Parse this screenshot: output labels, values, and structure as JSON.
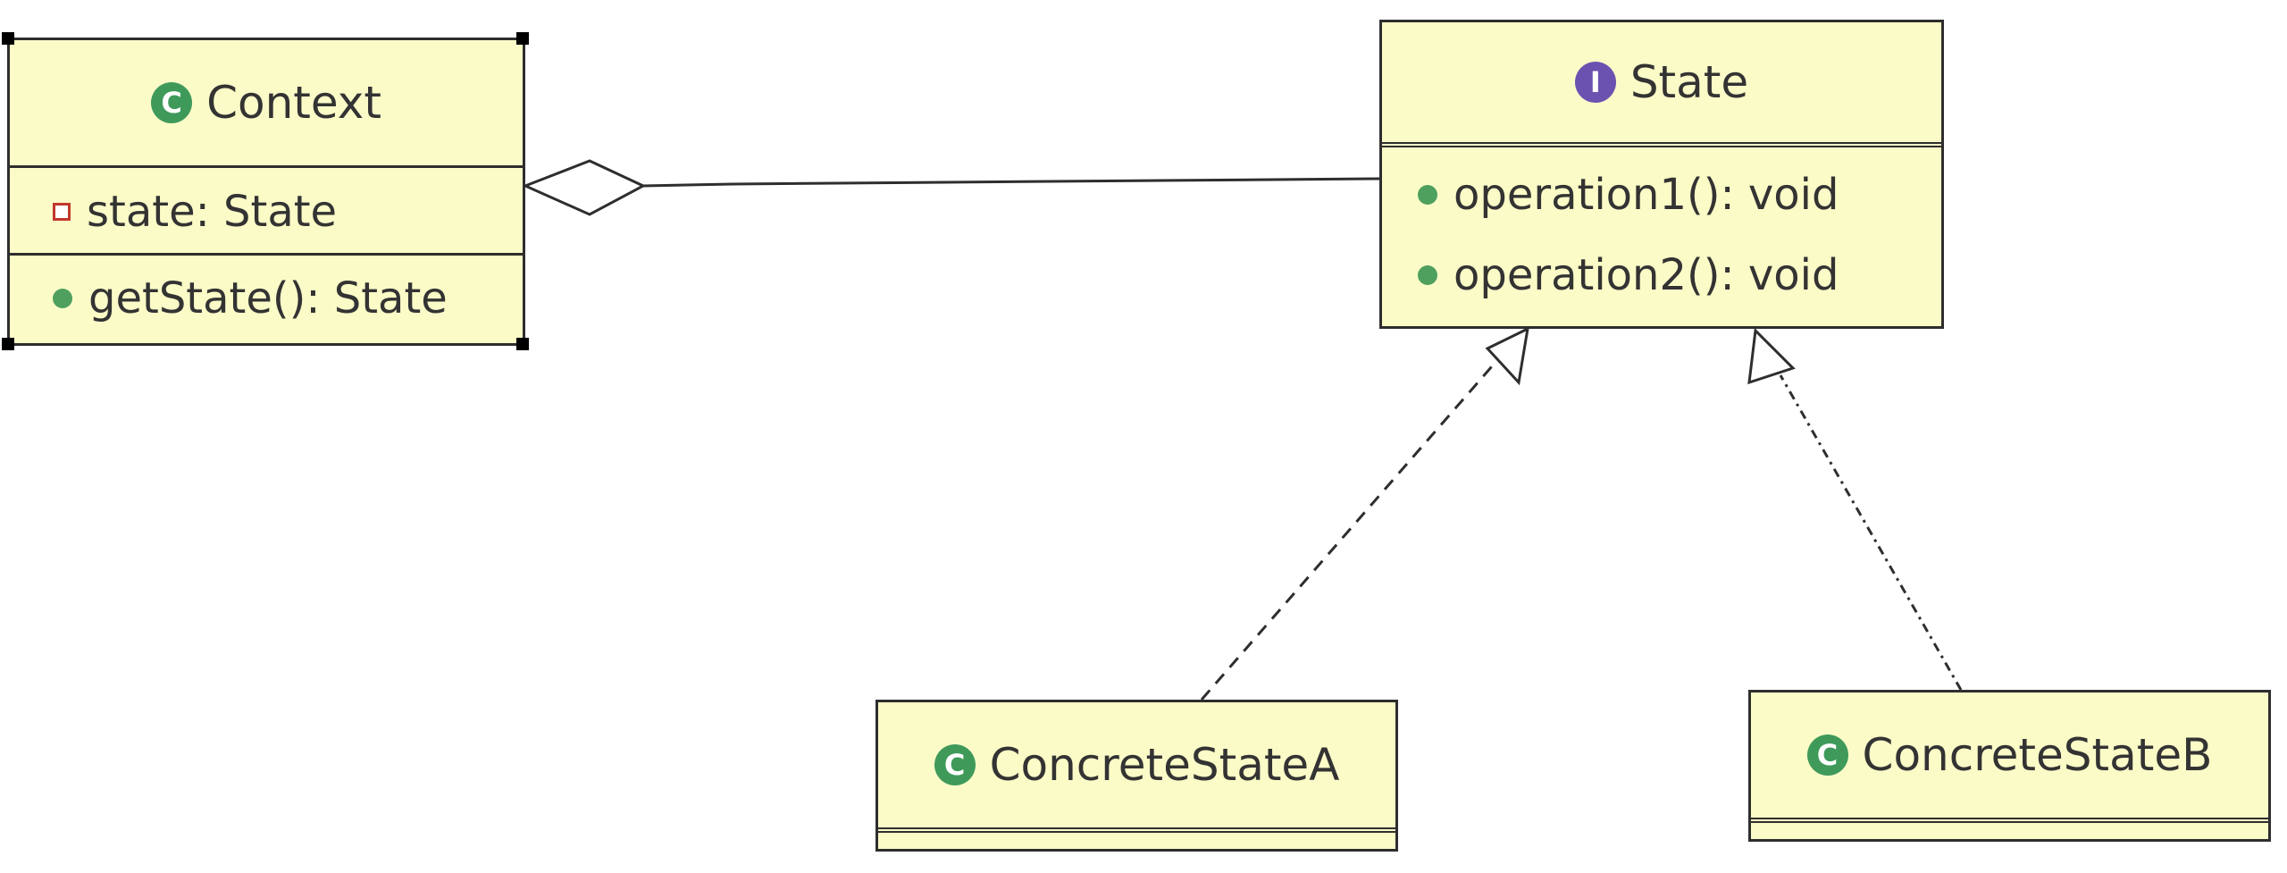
{
  "diagram": {
    "context": {
      "name": "Context",
      "stereotype_icon": "class-icon",
      "fields": [
        {
          "text": "state: State",
          "icon": "private-field-icon"
        }
      ],
      "methods": [
        {
          "text": "getState(): State",
          "icon": "public-method-icon"
        }
      ]
    },
    "state": {
      "name": "State",
      "stereotype_icon": "interface-icon",
      "methods": [
        {
          "text": "operation1(): void",
          "icon": "public-method-icon"
        },
        {
          "text": "operation2(): void",
          "icon": "public-method-icon"
        }
      ]
    },
    "concrete_a": {
      "name": "ConcreteStateA",
      "stereotype_icon": "class-icon"
    },
    "concrete_b": {
      "name": "ConcreteStateB",
      "stereotype_icon": "class-icon"
    },
    "relations": [
      {
        "type": "aggregation",
        "from": "Context",
        "to": "State"
      },
      {
        "type": "realization",
        "from": "ConcreteStateA",
        "to": "State"
      },
      {
        "type": "realization",
        "from": "ConcreteStateB",
        "to": "State"
      }
    ],
    "colors": {
      "box_fill": "#fbfbc8",
      "border": "#2e2e2e",
      "class_icon": "#3f9a5a",
      "interface_icon": "#6b52b0",
      "method_icon": "#4fa05e",
      "field_icon": "#c0392b"
    }
  }
}
